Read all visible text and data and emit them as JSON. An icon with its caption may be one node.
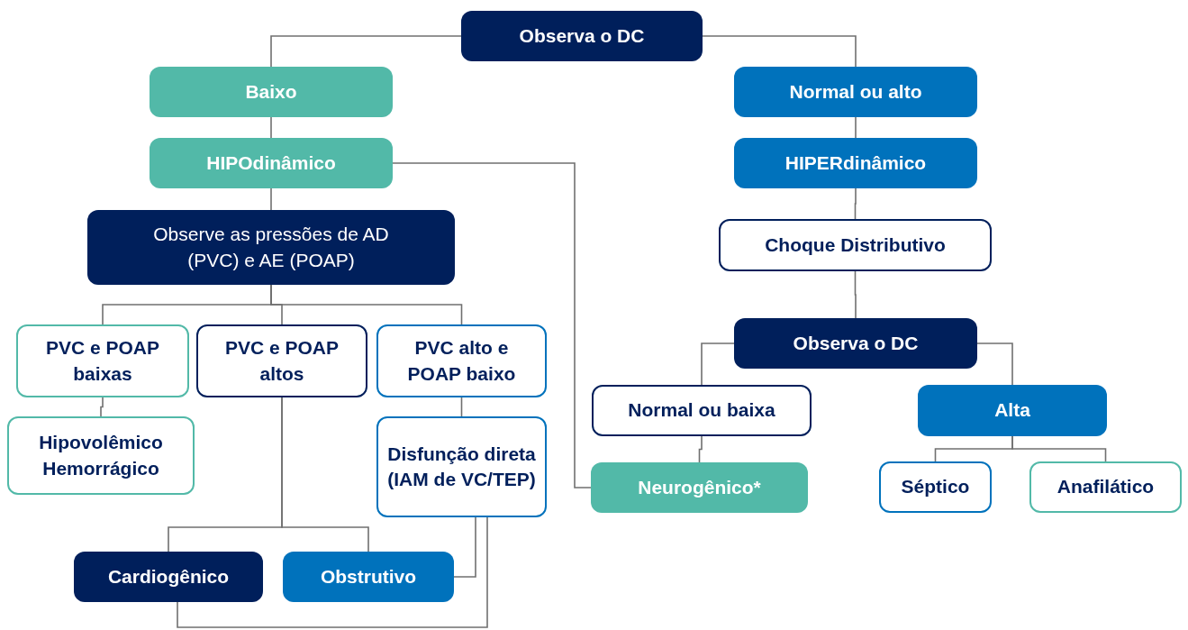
{
  "diagram": {
    "nodes": [
      {
        "text": [
          "Observa o DC"
        ]
      },
      {
        "text": [
          "Baixo"
        ]
      },
      {
        "text": [
          "Normal ou alto"
        ]
      },
      {
        "text": [
          "HIPOdinâmico"
        ]
      },
      {
        "text": [
          "HIPERdinâmico"
        ]
      },
      {
        "text": [
          "Observe as pressões de AD (PVC) e AE (POAP)"
        ]
      },
      {
        "text": [
          "Choque Distributivo"
        ]
      },
      {
        "text": [
          "PVC e POAP baixas"
        ]
      },
      {
        "text": [
          "PVC e POAP altos"
        ]
      },
      {
        "text": [
          "PVC alto e POAP baixo"
        ]
      },
      {
        "text": [
          "Observa o DC"
        ]
      },
      {
        "text": [
          "Hipovolêmico Hemorrágico"
        ]
      },
      {
        "text": [
          "Disfunção direta (IAM de VC/TEP)"
        ]
      },
      {
        "text": [
          "Normal ou baixa"
        ]
      },
      {
        "text": [
          "Alta"
        ]
      },
      {
        "text": [
          "Neurogênico*"
        ]
      },
      {
        "text": [
          "Séptico"
        ]
      },
      {
        "text": [
          "Anafilático"
        ]
      },
      {
        "text": [
          "Cardiogênico"
        ]
      },
      {
        "text": [
          "Obstrutivo"
        ]
      }
    ],
    "edges": [
      {
        "from": 0,
        "to": 1,
        "arrow": "none"
      },
      {
        "from": 0,
        "to": 2,
        "arrow": "none"
      },
      {
        "from": 1,
        "to": 3,
        "arrow": "none"
      },
      {
        "from": 2,
        "to": 4,
        "arrow": "none"
      },
      {
        "from": 3,
        "to": 5,
        "arrow": "none"
      },
      {
        "from": 3,
        "to": 15,
        "arrow": "none"
      },
      {
        "from": 4,
        "to": 6,
        "arrow": "none"
      },
      {
        "from": 5,
        "to": 7,
        "arrow": "none"
      },
      {
        "from": 5,
        "to": 8,
        "arrow": "none"
      },
      {
        "from": 5,
        "to": 9,
        "arrow": "none"
      },
      {
        "from": 6,
        "to": 10,
        "arrow": "none"
      },
      {
        "from": 7,
        "to": 11,
        "arrow": "none"
      },
      {
        "from": 9,
        "to": 12,
        "arrow": "none"
      },
      {
        "from": 8,
        "to": 18,
        "arrow": "none"
      },
      {
        "from": 8,
        "to": 19,
        "arrow": "none"
      },
      {
        "from": 10,
        "to": 13,
        "arrow": "none"
      },
      {
        "from": 10,
        "to": 14,
        "arrow": "none"
      },
      {
        "from": 13,
        "to": 15,
        "arrow": "none"
      },
      {
        "from": 14,
        "to": 16,
        "arrow": "none"
      },
      {
        "from": 14,
        "to": 17,
        "arrow": "none"
      },
      {
        "from": 12,
        "to": 19,
        "arrow": "none"
      },
      {
        "from": 12,
        "to": 18,
        "arrow": "none"
      }
    ]
  }
}
